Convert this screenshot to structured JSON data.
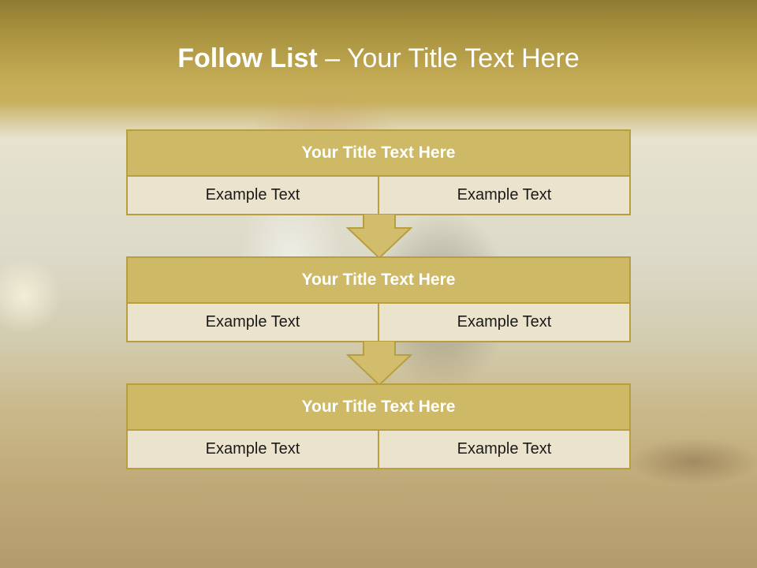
{
  "slide": {
    "title_bold": "Follow List",
    "title_rest": " – Your Title Text Here"
  },
  "blocks": [
    {
      "title": "Your Title Text Here",
      "left": "Example Text",
      "right": "Example Text"
    },
    {
      "title": "Your Title Text Here",
      "left": "Example Text",
      "right": "Example Text"
    },
    {
      "title": "Your Title Text Here",
      "left": "Example Text",
      "right": "Example Text"
    }
  ],
  "colors": {
    "accent": "#b79e3f",
    "header_fill": "#cdb966",
    "cell_fill": "#ebe3cc"
  }
}
